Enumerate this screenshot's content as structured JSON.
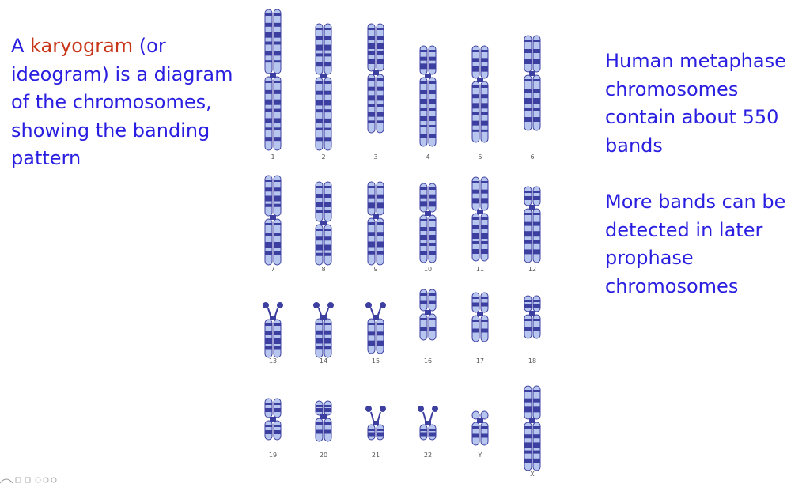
{
  "left_text": {
    "prefix": "A ",
    "highlight": "karyogram",
    "suffix": " (or ideogram) is a diagram of the chromosomes, showing the banding pattern"
  },
  "right_text": {
    "para1": "Human metaphase chromosomes contain about 550 bands",
    "para2": "More bands can be detected in later prophase chromosomes"
  },
  "colors": {
    "text": "#2a1fe0",
    "highlight": "#c8361a",
    "band_dark": "#3d3fa0",
    "band_light": "#b7c6ee"
  },
  "karyotype": {
    "labels": [
      "1",
      "2",
      "3",
      "4",
      "5",
      "6",
      "7",
      "8",
      "9",
      "10",
      "11",
      "12",
      "13",
      "14",
      "15",
      "16",
      "17",
      "18",
      "19",
      "20",
      "21",
      "22",
      "Y",
      "X"
    ]
  }
}
